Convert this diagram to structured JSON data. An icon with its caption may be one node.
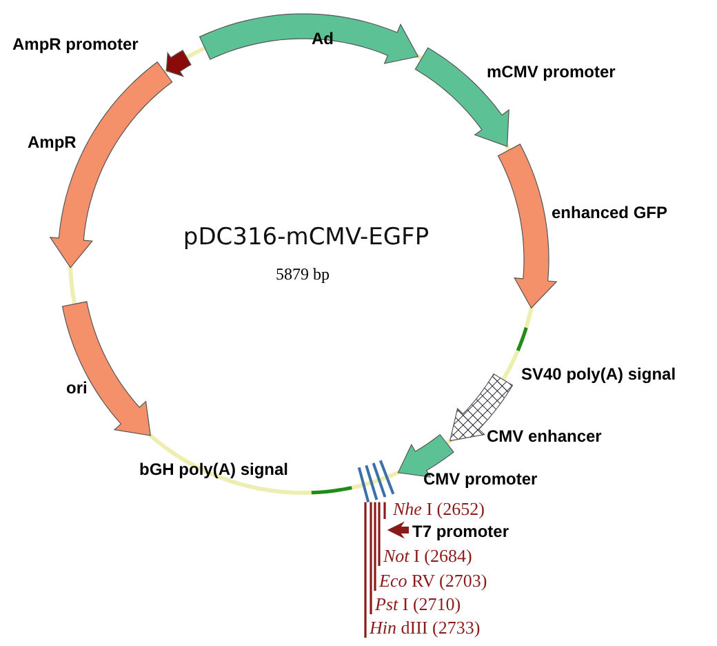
{
  "diagram": {
    "title": "pDC316-mCMV-EGFP",
    "nodes": [
      {
        "text": [
          "*Nhe* I (2652)"
        ]
      },
      {
        "text": [
          "*Not* I (2684)"
        ]
      },
      {
        "text": [
          "*Eco* RV (2703)"
        ]
      },
      {
        "text": [
          "*Pst* I (2710)"
        ]
      },
      {
        "text": [
          "*Hin* dIII (2733)"
        ]
      },
      {
        "text": [],
        "shape": "bar"
      }
    ],
    "edges": [
      {
        "from": 0,
        "to": 5,
        "arrow": "none"
      },
      {
        "from": 1,
        "to": 5,
        "arrow": "none"
      },
      {
        "from": 2,
        "to": 5,
        "arrow": "none"
      },
      {
        "from": 3,
        "to": 5,
        "arrow": "none"
      },
      {
        "from": 4,
        "to": 5,
        "arrow": "none"
      }
    ],
    "labels": [
      "AmpR promoter",
      "Ad",
      "mCMV promoter",
      "AmpR",
      "enhanced GFP",
      "5879 bp",
      "SV40 poly(A) signal",
      "ori",
      "CMV enhancer",
      "bGH poly(A) signal",
      "CMV promoter",
      "T7 promoter"
    ]
  }
}
